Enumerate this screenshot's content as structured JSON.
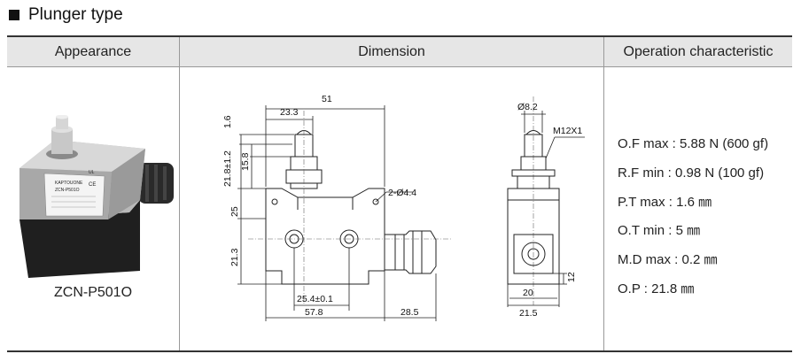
{
  "title": "Plunger type",
  "table": {
    "headers": {
      "appearance": "Appearance",
      "dimension": "Dimension",
      "operation": "Operation characteristic"
    },
    "model": "ZCN-P501O",
    "photo_labels": {
      "brand": "KAPTOUONE",
      "model": "ZCN-P501O",
      "ce": "CE",
      "ul": "UL"
    },
    "dimensions": {
      "d51": "51",
      "d23_3": "23.3",
      "d1_6": "1.6",
      "d21_8": "21.8±1.2",
      "d15_8": "15.8",
      "d25": "25",
      "d21_3": "21.3",
      "hole": "2-Ø4.4",
      "d25_4": "25.4±0.1",
      "d57_8": "57.8",
      "d28_5": "28.5",
      "dia8_2": "Ø8.2",
      "m12": "M12X1",
      "d12": "12",
      "d20": "20",
      "d21_5": "21.5"
    },
    "operation_characteristics": [
      "O.F max : 5.88 N (600 gf)",
      "R.F min : 0.98 N (100 gf)",
      "P.T max : 1.6 ㎜",
      "O.T min : 5 ㎜",
      "M.D max : 0.2 ㎜",
      "O.P : 21.8 ㎜"
    ]
  }
}
